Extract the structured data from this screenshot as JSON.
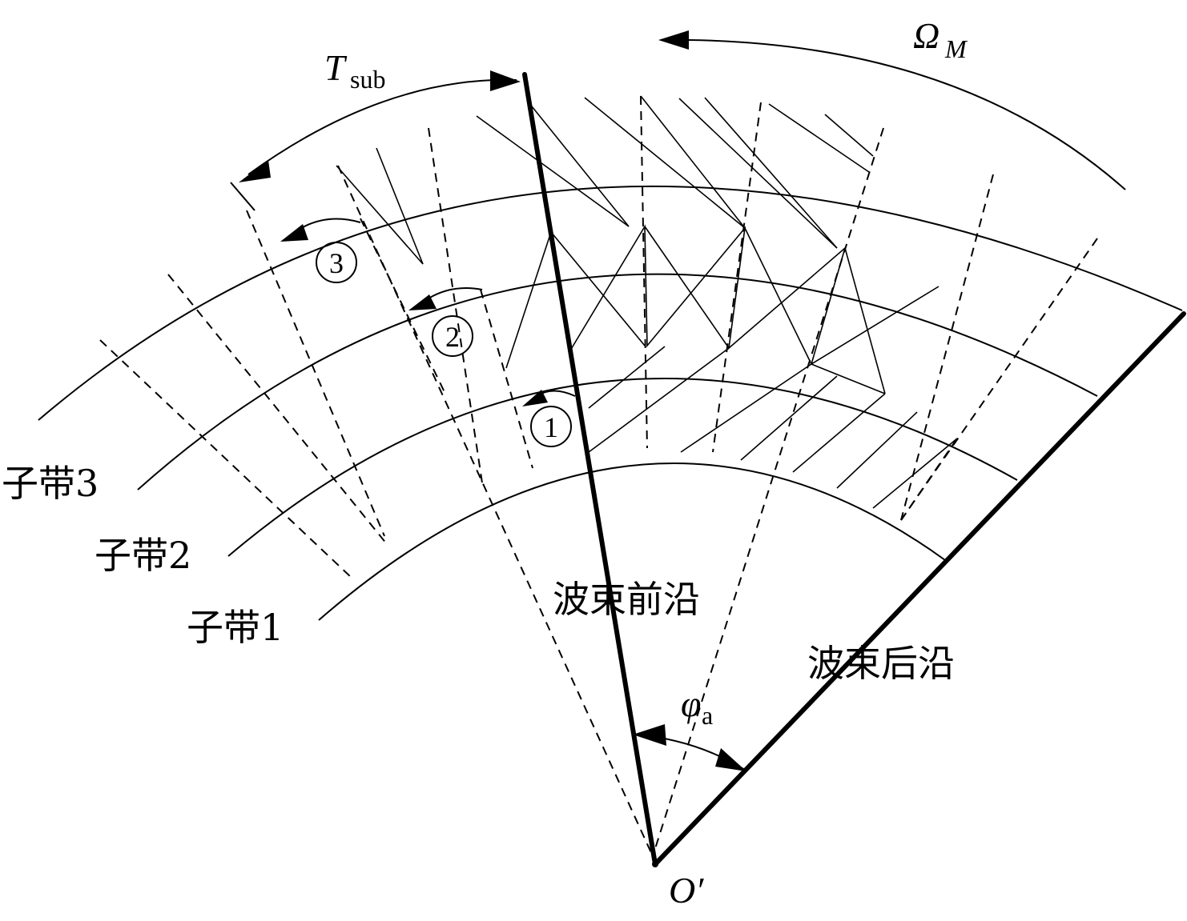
{
  "labels": {
    "t_main": "T",
    "t_sub": "sub",
    "omega_main": "Ω",
    "omega_sub": "M",
    "subband3": "子带3",
    "subband2": "子带2",
    "subband1": "子带1",
    "beam_leading": "波束前沿",
    "beam_trailing": "波束后沿",
    "phi_main": "φ",
    "phi_sub": "a",
    "origin": "O′",
    "step1": "1",
    "step2": "2",
    "step3": "3"
  },
  "colors": {
    "ink": "#000000",
    "background": "#ffffff"
  }
}
